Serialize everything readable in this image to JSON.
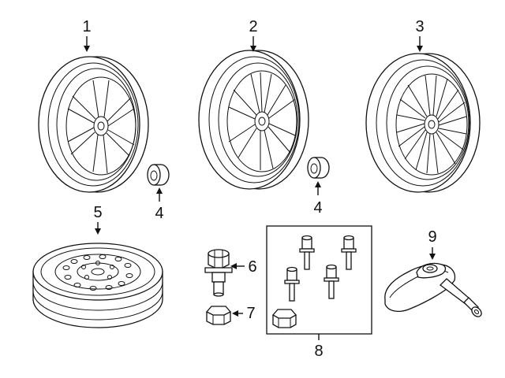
{
  "callouts": {
    "c1": "1",
    "c2": "2",
    "c3": "3",
    "c4a": "4",
    "c4b": "4",
    "c5": "5",
    "c6": "6",
    "c7": "7",
    "c8": "8",
    "c9": "9"
  },
  "parts": [
    {
      "number": "1",
      "shape": "alloy-wheel-six-spoke"
    },
    {
      "number": "2",
      "shape": "alloy-wheel-split-spoke"
    },
    {
      "number": "3",
      "shape": "alloy-wheel-multi-spoke"
    },
    {
      "number": "4",
      "shape": "center-cap-bushing"
    },
    {
      "number": "5",
      "shape": "spare-wheel-steel"
    },
    {
      "number": "6",
      "shape": "lug-bolt"
    },
    {
      "number": "7",
      "shape": "bolt-cap"
    },
    {
      "number": "8",
      "shape": "wheel-lock-kit"
    },
    {
      "number": "9",
      "shape": "tpms-sensor"
    }
  ]
}
